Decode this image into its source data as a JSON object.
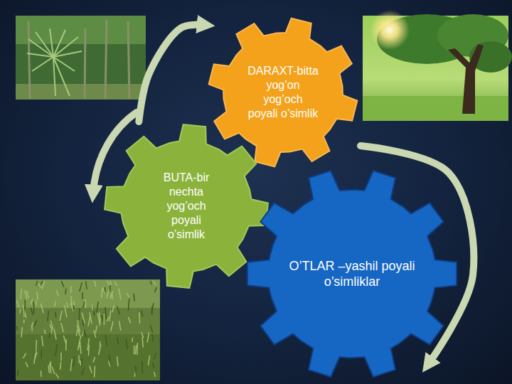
{
  "diagram": {
    "nodes": [
      {
        "text": [
          "DARAXT-bitta yog’on yog’och poyali o’simlik"
        ]
      },
      {
        "text": [
          "BUTA-bir nechta yog’och poyali o’simlik"
        ]
      },
      {
        "text": [
          "O’TLAR –yashil poyali o’simliklar"
        ]
      }
    ],
    "edges": [
      {
        "from": 1,
        "to": 0,
        "arrow": "to"
      },
      {
        "from": 0,
        "to": 2,
        "arrow": "to"
      }
    ]
  }
}
